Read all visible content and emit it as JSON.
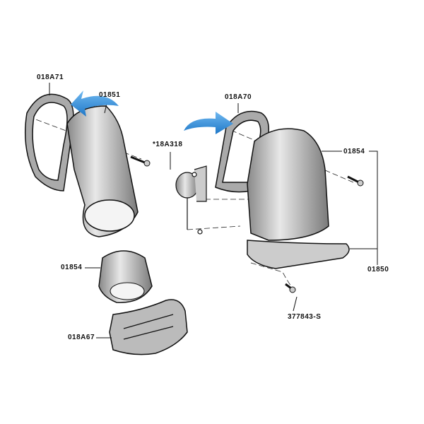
{
  "diagram": {
    "labels": {
      "gasket_left": "018A71",
      "housing_left": "01851",
      "gasket_right": "018A70",
      "vacuum_motor": "*18A318",
      "shroud_right": "01854",
      "shroud_left": "01854",
      "housing_right": "01850",
      "screw": "377843-S",
      "bracket": "018A67"
    },
    "colors": {
      "arrow": "#2a8ad8",
      "ink": "#111111",
      "part_fill": "#bdbdbd"
    }
  }
}
